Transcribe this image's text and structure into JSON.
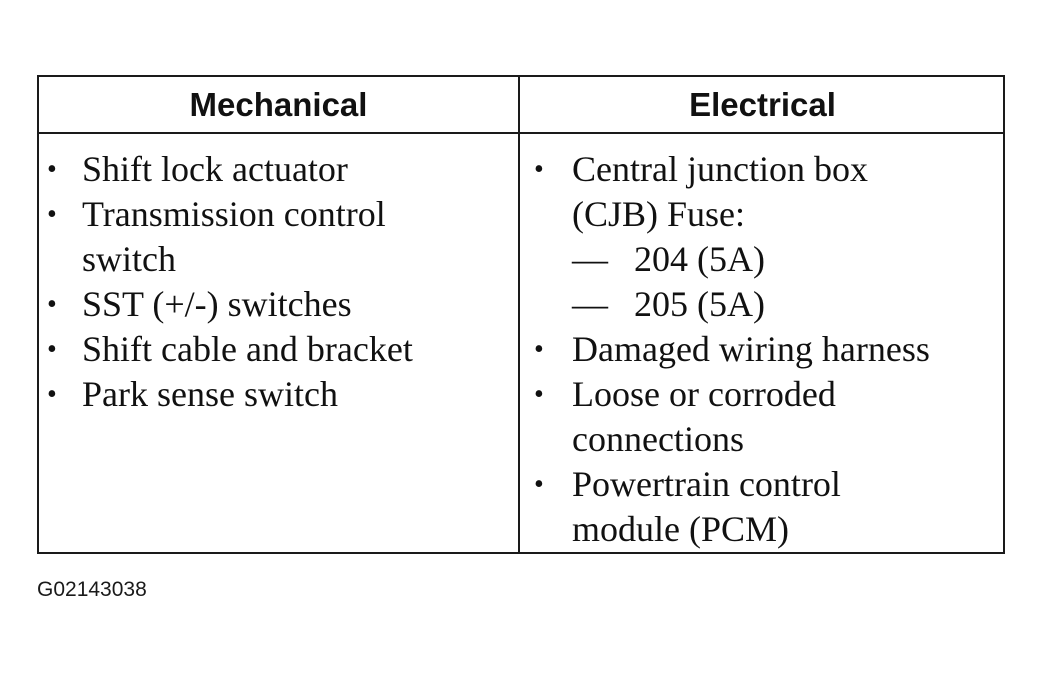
{
  "table": {
    "headers": {
      "mechanical": "Mechanical",
      "electrical": "Electrical"
    },
    "mechanical_items": [
      "Shift lock actuator",
      "Transmission control switch",
      "SST (+/-) switches",
      "Shift cable and bracket",
      "Park sense switch"
    ],
    "electrical_items": {
      "item1": "Central junction box (CJB) Fuse:",
      "fuses": [
        "204 (5A)",
        "205 (5A)"
      ],
      "dash": "—",
      "item2": "Damaged wiring harness",
      "item3": "Loose or corroded connections",
      "item4": "Powertrain control module (PCM)"
    },
    "bullet": "•"
  },
  "figure_id": "G02143038"
}
